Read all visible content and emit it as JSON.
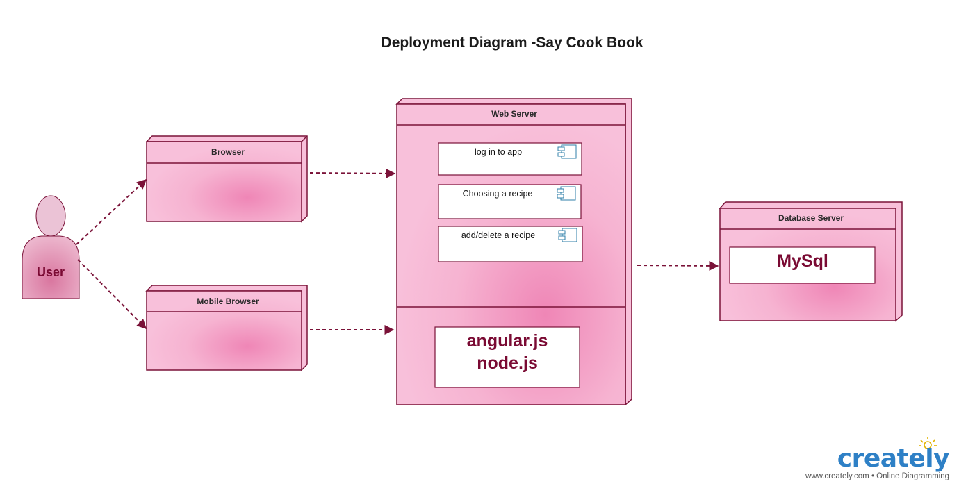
{
  "title": "Deployment Diagram -Say Cook Book",
  "actor": {
    "label": "User"
  },
  "nodes": {
    "browser": {
      "title": "Browser"
    },
    "mobile_browser": {
      "title": "Mobile Browser"
    },
    "web_server": {
      "title": "Web Server",
      "components": [
        "log in to app",
        "Choosing a recipe",
        "add/delete a recipe"
      ],
      "tech_box": [
        "angular.js",
        "node.js"
      ]
    },
    "database_server": {
      "title": "Database Server",
      "db_box": "MySql"
    }
  },
  "branding": {
    "logo": "creately",
    "tagline": "www.creately.com • Online Diagramming"
  },
  "colors": {
    "node_fill": "#f7b8d4",
    "node_center": "#ef8ab8",
    "stroke": "#7a1238",
    "arrow": "#7a1238",
    "brand": "#2e80c6"
  }
}
